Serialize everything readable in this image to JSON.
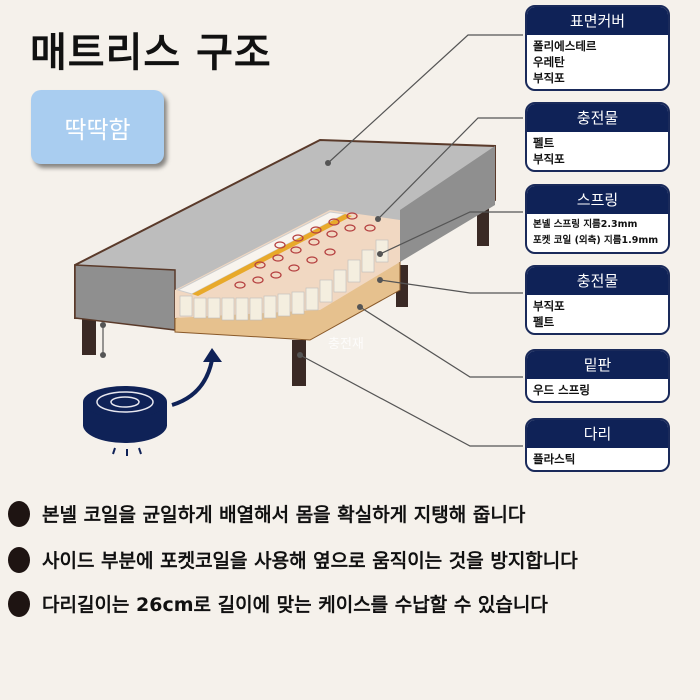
{
  "header": {
    "title": "매트리스 구조",
    "firmness_badge": "딱딱함"
  },
  "diagram": {
    "watermark": "충전재",
    "illustration": "mattress-cutaway",
    "robot_icon": "robot-vacuum-icon",
    "arrow_icon": "curved-arrow-up-icon",
    "colors": {
      "card_header": "#0f2257",
      "badge": "#a9cdf0",
      "mattress_top": "#bdbdbd",
      "mattress_side": "#8f8f8f",
      "frame_edge": "#5a3a2a",
      "wood": "#e6c18e",
      "leg": "#3a2a25",
      "robot": "#0f2257",
      "background": "#f5f1eb"
    }
  },
  "cards": [
    {
      "title": "표면커버",
      "items": [
        "폴리에스테르",
        "우레탄",
        "부직포"
      ]
    },
    {
      "title": "충전물",
      "items": [
        "펠트",
        "부직포"
      ]
    },
    {
      "title": "스프링",
      "items": [
        "본넬 스프링 지름2.3mm",
        "포켓 코일 (외측) 지름1.9mm"
      ]
    },
    {
      "title": "충전물",
      "items": [
        "부직포",
        "펠트"
      ]
    },
    {
      "title": "밑판",
      "items": [
        "우드 스프링"
      ]
    },
    {
      "title": "다리",
      "items": [
        "플라스틱"
      ]
    }
  ],
  "bullets": [
    "본넬 코일을 균일하게 배열해서  몸을 확실하게 지탱해 줍니다",
    "사이드 부분에 포켓코일을 사용해 옆으로 움직이는 것을 방지합니다",
    "다리길이는 26cm로 길이에 맞는 케이스를 수납할 수 있습니다"
  ]
}
